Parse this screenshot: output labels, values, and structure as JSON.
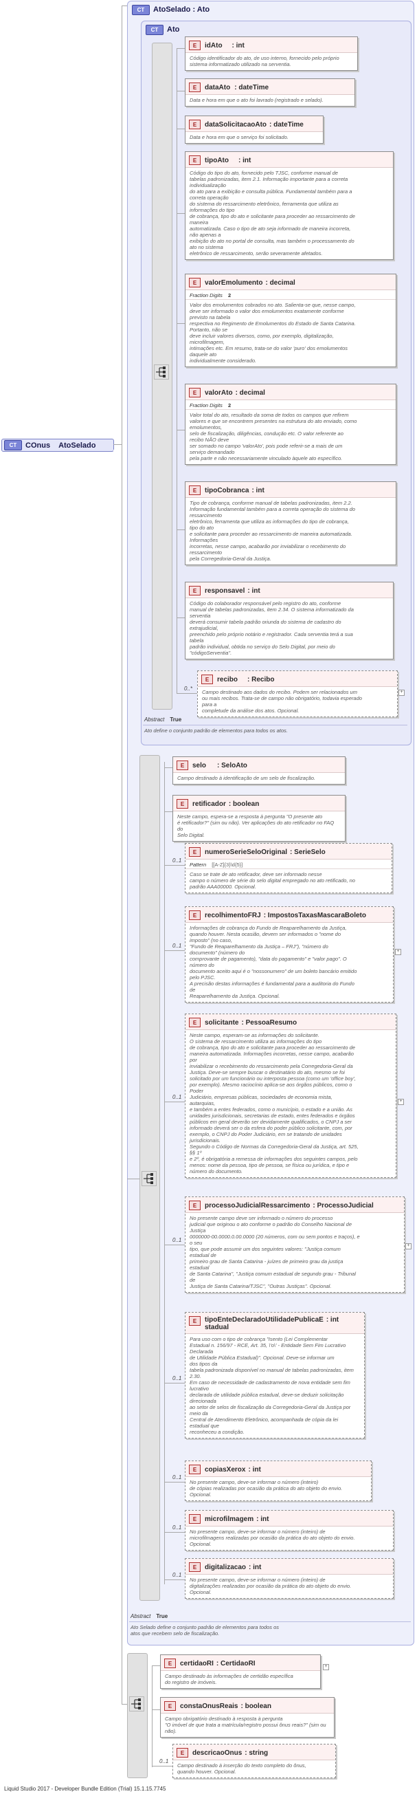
{
  "root": {
    "icon": "CT",
    "name": "COnus",
    "type": "AtoSelado"
  },
  "ato_selado": {
    "icon": "CT",
    "title": "AtoSelado : Ato"
  },
  "ato": {
    "icon": "CT",
    "title": "Ato"
  },
  "ato_elements": [
    {
      "name": "idAto",
      "type": ": int",
      "desc": "Código identificador do ato, de uso interno, fornecido pelo próprio\nsistema informatizado utilizado na serventia."
    },
    {
      "name": "dataAto",
      "type": ": dateTime",
      "desc": "Data e hora em que o ato foi lavrado (registrado e selado)."
    },
    {
      "name": "dataSolicitacaoAto",
      "type": ": dateTime",
      "desc": "Data e hora em que o serviço foi solicitado."
    },
    {
      "name": "tipoAto",
      "type": ": int",
      "desc": "Código do tipo do ato, fornecido pelo TJSC, conforme manual de\ntabelas padronizadas, item 2.1. Informação importante para a correta\nindividualização\ndo ato para a exibição e consulta pública. Fundamental também para a\ncorreta operação\ndo sistema do ressarcimento eletrônico, ferramenta que utiliza as\ninformações do tipo\nde cobrança, tipo do ato e solicitante para proceder ao ressarcimento de\nmaneira\nautomatizada. Caso o tipo de ato seja informado de maneira incorreta,\nnão apenas a\nexibição do ato no portal de consulta, mas também o processamento do\nato no sistema\neletrônico de ressarcimento, serão severamente afetados."
    },
    {
      "name": "valorEmolumento",
      "type": ": decimal",
      "facet_key": "Fraction Digits",
      "facet_val": "2",
      "desc": "Valor dos emolumentos cobrados no ato. Salienta-se que, nesse campo,\ndeve ser informado o valor dos emolumentos exatamente conforme\nprevisto na tabela\nrespectiva no Regimento de Emolumentos do Estado de Santa Catarina.\nPortanto, não se\ndeve incluir valores diversos, como, por exemplo, digitalização,\nmicrofilmagem,\nintimações etc. Em resumo, trata-se do valor 'puro' dos emolumentos\ndaquele ato\nindividualmente considerado."
    },
    {
      "name": "valorAto",
      "type": ": decimal",
      "facet_key": "Fraction Digits",
      "facet_val": "2",
      "desc": "Valor total do ato, resultado da soma de todos os campos que refirem\nvalores e que se encontrem presentes na estrutura do ato enviado, como\nemolumentos,\nselo de fiscalização, diligências, condução etc. O valor referente ao\nrecibo NÃO deve\nser somado no campo 'valorAto', pois pode referir-se a mais de um\nserviço demandado\npela parte e não necessariamente vinculado àquele ato específico."
    },
    {
      "name": "tipoCobranca",
      "type": ": int",
      "desc": "Tipo de cobrança, conforme manual de tabelas padronizadas, item 2.2.\nInformação fundamental também para a correta operação do sistema do\nressarcimento\neletrônico, ferramenta que utiliza as informações do tipo de cobrança,\ntipo do ato\ne solicitante para proceder ao ressarcimento de maneira automatizada.\nInformações\nincorretas, nesse campo, acabarão por inviabilizar o recebimento do\nressarcimento\npela Corregedoria-Geral da Justiça."
    },
    {
      "name": "responsavel",
      "type": ": int",
      "desc": "Código do colaborador responsável pelo registro do ato, conforme\nmanual de tabelas padronizadas, item 2.34. O sistema informatizado da\nserventia\ndeverá consumir tabela padrão oriunda do sistema de cadastro do\nextrajudicial,\npreenchido pelo próprio notário e registrador. Cada serventia terá a sua\ntabela\npadrão individual, obtida no serviço do Selo Digital, por meio do\n\"códigoServentia\"."
    },
    {
      "name": "recibo",
      "type": ": Recibo",
      "card": "0..*",
      "desc": "Campo destinado aos dados do recibo. Podem ser relacionados um\nou mais recibos. Trata-se de campo não obrigatório, todavia esperado\npara a\ncompletude da análise dos atos. Opcional."
    }
  ],
  "ato_abstract": {
    "key": "Abstract",
    "value": "True",
    "desc": "Ato define o conjunto padrão de elementos para todos os atos."
  },
  "selado_elements": [
    {
      "name": "selo",
      "type": ": SeloAto",
      "desc": "Campo destinado à identificação de um selo de fiscalização."
    },
    {
      "name": "retificador",
      "type": ": boolean",
      "desc": "Neste campo, espera-se a resposta à pergunta \"O presente ato\né retificador?\" (sim ou não). Ver aplicações do ato retificador no FAQ do\nSelo Digital."
    },
    {
      "name": "numeroSerieSeloOriginal",
      "type": ": SerieSelo",
      "card": "0..1",
      "facet_key": "Pattern",
      "facet_val": "[[A-Z]{3}\\d{5}]",
      "desc": "Caso se trate de ato retificador, deve ser informado nesse\ncampo o número de série do selo digital empregado no ato retificado, no\npadrão AAA00000. Opcional."
    },
    {
      "name": "recolhimentoFRJ",
      "type": ": ImpostosTaxasMascaraBoleto",
      "card": "0..1",
      "desc": "Informações de cobrança do Fundo de Reaparelhamento da Justiça,\nquando houver. Nesta ocasião, devem ser informados o \"nome do\nimposto\" (no caso,\n\"Fundo de Reaparelhamento da Justiça – FRJ\"), \"número do\ndocumento\" (número do\ncomprovante de pagamento), \"data do pagamento\" e \"valor pago\". O\nnúmero do\ndocumento aceito aqui é o \"nossonumero\" de um boleto bancário emitido\npelo PJSC.\nA precisão destas informações é fundamental para a auditoria do Fundo\nde\nReaparelhamento da Justiça. Opcional."
    },
    {
      "name": "solicitante",
      "type": ": PessoaResumo",
      "card": "0..1",
      "desc": "Neste campo, esperam-se as informações do solicitante.\nO sistema de ressarcimento utiliza as informações do tipo\nde cobrança, tipo do ato e solicitante para proceder ao ressarcimento de\nmaneira automatizada. Informações incorretas, nesse campo, acabarão\npor\ninviabilizar o recebimento do ressarcimento pela Corregedoria-Geral da\nJustiça. Deve-se sempre buscar o destinatário do ato, mesmo se foi\nsolicitado por um funcionário ou interposta pessoa (como um 'office boy',\npor exemplo). Mesmo raciocínio aplica-se aos órgãos públicos, como o\nPoder\nJudiciário, empresas públicas, sociedades de economia mista,\nautarquias,\ne também a entes federados, como o município, o estado e a união. As\nunidades jurisdicionais, secretarias de estado, entes federados e órgãos\npúblicos em geral deverão ser devidamente qualificados, o CNPJ a ser\ninformado deverá ser o da esfera do poder público solicitante, com, por\nexemplo, o CNPJ do Poder Judiciário, em se tratando de unidades\njurisdicionais.\nSegundo o Código de Normas da Corregedoria-Geral da Justiça, art. 525,\n§§ 1º\ne 2º, é obrigatória a remessa de informações dos seguintes campos, pelo\nmenos: nome da pessoa, tipo de pessoa, se física ou jurídica, e tipo e\nnúmero do documento."
    },
    {
      "name": "processoJudicialRessarcimento",
      "type": ": ProcessoJudicial",
      "card": "0..1",
      "desc": "No presente campo deve ser informado o número do processo\njudicial que originou o ato conforme o padrão do Conselho Nacional de\nJustiça\n0000000-00.0000.0.00.0000 (20 números, com ou sem pontos e traços), e\no seu\ntipo, que pode assumir um dos seguintes valores: \"Justiça comum\nestadual de\nprimeiro grau de Santa Catarina - juízes de primeiro grau da justiça\nestadual\nde Santa Catarina\", \"Justiça comum estadual de segundo grau - Tribunal\nde\nJustiça de Santa Catarina/TJSC\", \"Outras Justiças\". Opcional."
    },
    {
      "name": "tipoEnteDeclaradoUtilidadePublicaE",
      "name2": "stadual",
      "type": ": int",
      "card": "0..1",
      "desc": "Para uso com o tipo de cobrança \"Isento (Lei Complementar\nEstadual n. 156/97 - RCE, Art. 35, \\'o\\' - Entidade Sem Fim Lucrativo\nDeclarada\nde Utilidade Pública Estadual)\". Opcional. Deve-se informar um\ndos tipos da\ntabela padronizada disponível no manual de tabelas padronizadas, item\n2.30.\nEm caso de necessidade de cadastramento de nova entidade sem fim\nlucrativo\ndeclarada de utilidade pública estadual, deve-se deduzir solicitação\ndirecionada\nao setor de selos de fiscalização da Corregedoria-Geral da Justiça por\nmeio da\nCentral de Atendimento Eletrônico, acompanhada de cópia da lei\nestadual que\nreconheceu a condição."
    },
    {
      "name": "copiasXerox",
      "type": ": int",
      "card": "0..1",
      "desc": "No presente campo, deve-se informar o número (inteiro)\nde cópias realizadas por ocasião da prática do ato objeto do envio.\nOpcional."
    },
    {
      "name": "microfilmagem",
      "type": ": int",
      "card": "0..1",
      "desc": "No presente campo, deve-se informar o número (inteiro) de\nmicrofilmagens realizadas por ocasião da prática do ato objeto do envio.\nOpcional."
    },
    {
      "name": "digitalizacao",
      "type": ": int",
      "card": "0..1",
      "desc": "No presente campo, deve-se informar o número (inteiro) de\ndigitalizações realizadas por ocasião da prática do ato objeto do envio.\nOpcional."
    }
  ],
  "selado_abstract": {
    "key": "Abstract",
    "value": "True",
    "desc": "Ato Selado define o conjunto padrão de elementos para todos os\natos que recebem selo de fiscalização."
  },
  "onus_elements": [
    {
      "name": "certidaoRI",
      "type": ": CertidaoRI",
      "desc": "Campo destinado às informações de certidão específica\ndo registro de imóveis."
    },
    {
      "name": "constaOnusReais",
      "type": ": boolean",
      "desc": "Campo obrigatório destinado à resposta à pergunta\n\"O imóvel de que trata a matrícula/registro possui ônus reais?\" (sim ou\nnão)."
    },
    {
      "name": "descricaoOnus",
      "type": ": string",
      "card": "0..1",
      "desc": "Campo destinado à inserção do texto completo do ônus,\nquando houver. Opcional."
    }
  ],
  "footer": "Liquid Studio 2017 - Developer Bundle Edition (Trial) 15.1.15.7745",
  "colors": {
    "ct_panel": "#eef0fb",
    "ct_border": "#a9aee0",
    "element_head": "#fdf1f1",
    "element_icon": "#b03030"
  }
}
